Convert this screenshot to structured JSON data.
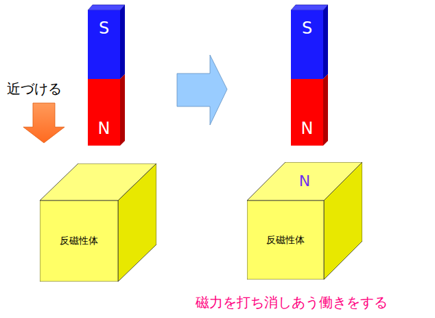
{
  "diagram": {
    "caption": "磁力を打ち消しあう働きをする",
    "nodes": [
      {
        "text": [
          "S"
        ]
      },
      {
        "text": [
          "N"
        ]
      },
      {
        "text": [
          "S"
        ]
      },
      {
        "text": [
          "N"
        ]
      },
      {
        "text": [
          "反磁性体"
        ]
      },
      {
        "text": [
          "N",
          "反磁性体"
        ]
      }
    ],
    "labels": [
      "近づける"
    ]
  }
}
